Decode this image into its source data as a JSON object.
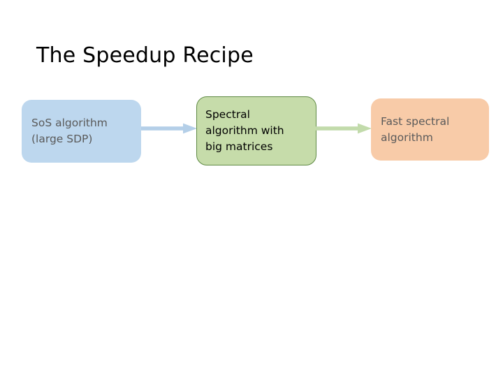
{
  "slide": {
    "title": "The Speedup Recipe",
    "background_color": "#ffffff"
  },
  "diagram": {
    "type": "flow-chart",
    "direction": "left-to-right",
    "nodes": [
      {
        "id": "sos",
        "label": "SoS algorithm\n(large SDP)",
        "fill_color": "#bdd7ee",
        "text_color": "#5a5a5a",
        "shape": "rounded-rectangle"
      },
      {
        "id": "spectral",
        "label": "Spectral\nalgorithm with\nbig matrices",
        "fill_color": "#c6dcaa",
        "border_color": "#5f8a44",
        "text_color": "#000000",
        "shape": "rounded-rectangle"
      },
      {
        "id": "fast",
        "label": "Fast spectral\nalgorithm",
        "fill_color": "#f8cba8",
        "text_color": "#5a5a5a",
        "shape": "rounded-rectangle"
      }
    ],
    "arrows": [
      {
        "id": "arrow-1",
        "from": "sos",
        "to": "spectral",
        "color": "#b4cfe8",
        "label": ""
      },
      {
        "id": "arrow-2",
        "from": "spectral",
        "to": "fast",
        "color": "#c2dbab",
        "label": ""
      }
    ]
  }
}
